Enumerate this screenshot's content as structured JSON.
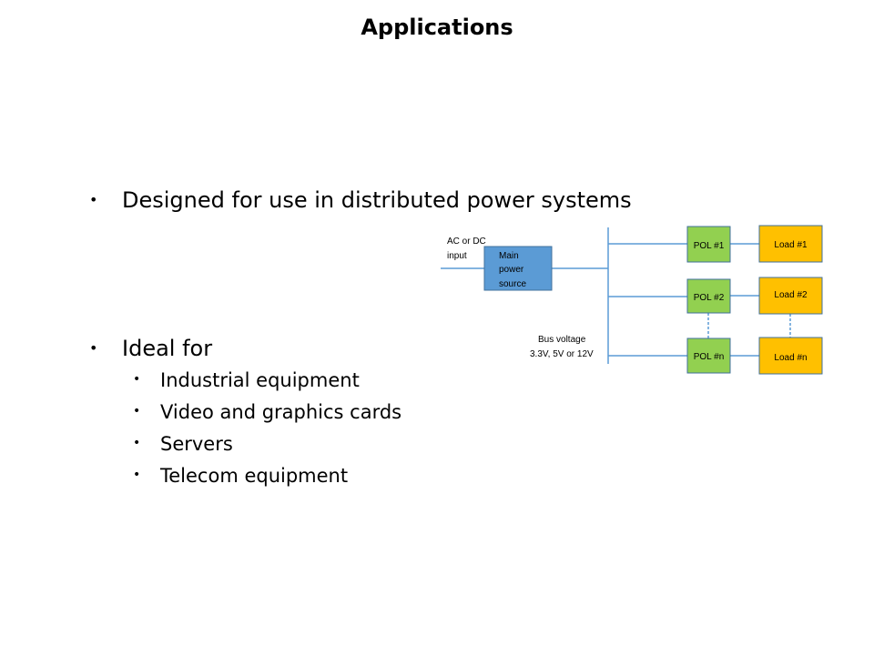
{
  "slide": {
    "title": "Applications",
    "bullets": [
      {
        "text": "Designed for use in distributed power systems"
      },
      {
        "text": "Ideal for",
        "sub": [
          "Industrial equipment",
          "Video and graphics cards",
          "Servers",
          "Telecom equipment"
        ]
      }
    ]
  },
  "diagram": {
    "input_label": [
      "AC or DC",
      "input"
    ],
    "main_source": [
      "Main",
      "power",
      "source"
    ],
    "bus_label": [
      "Bus voltage",
      "3.3V, 5V or 12V"
    ],
    "pol": [
      "POL #1",
      "POL #2",
      "POL #n"
    ],
    "loads": [
      "Load #1",
      "Load #2",
      "Load #n"
    ],
    "colors": {
      "main": "#5b9bd5",
      "pol": "#92d050",
      "load": "#ffc000",
      "line": "#5b9bd5",
      "border": "#41719c"
    }
  }
}
